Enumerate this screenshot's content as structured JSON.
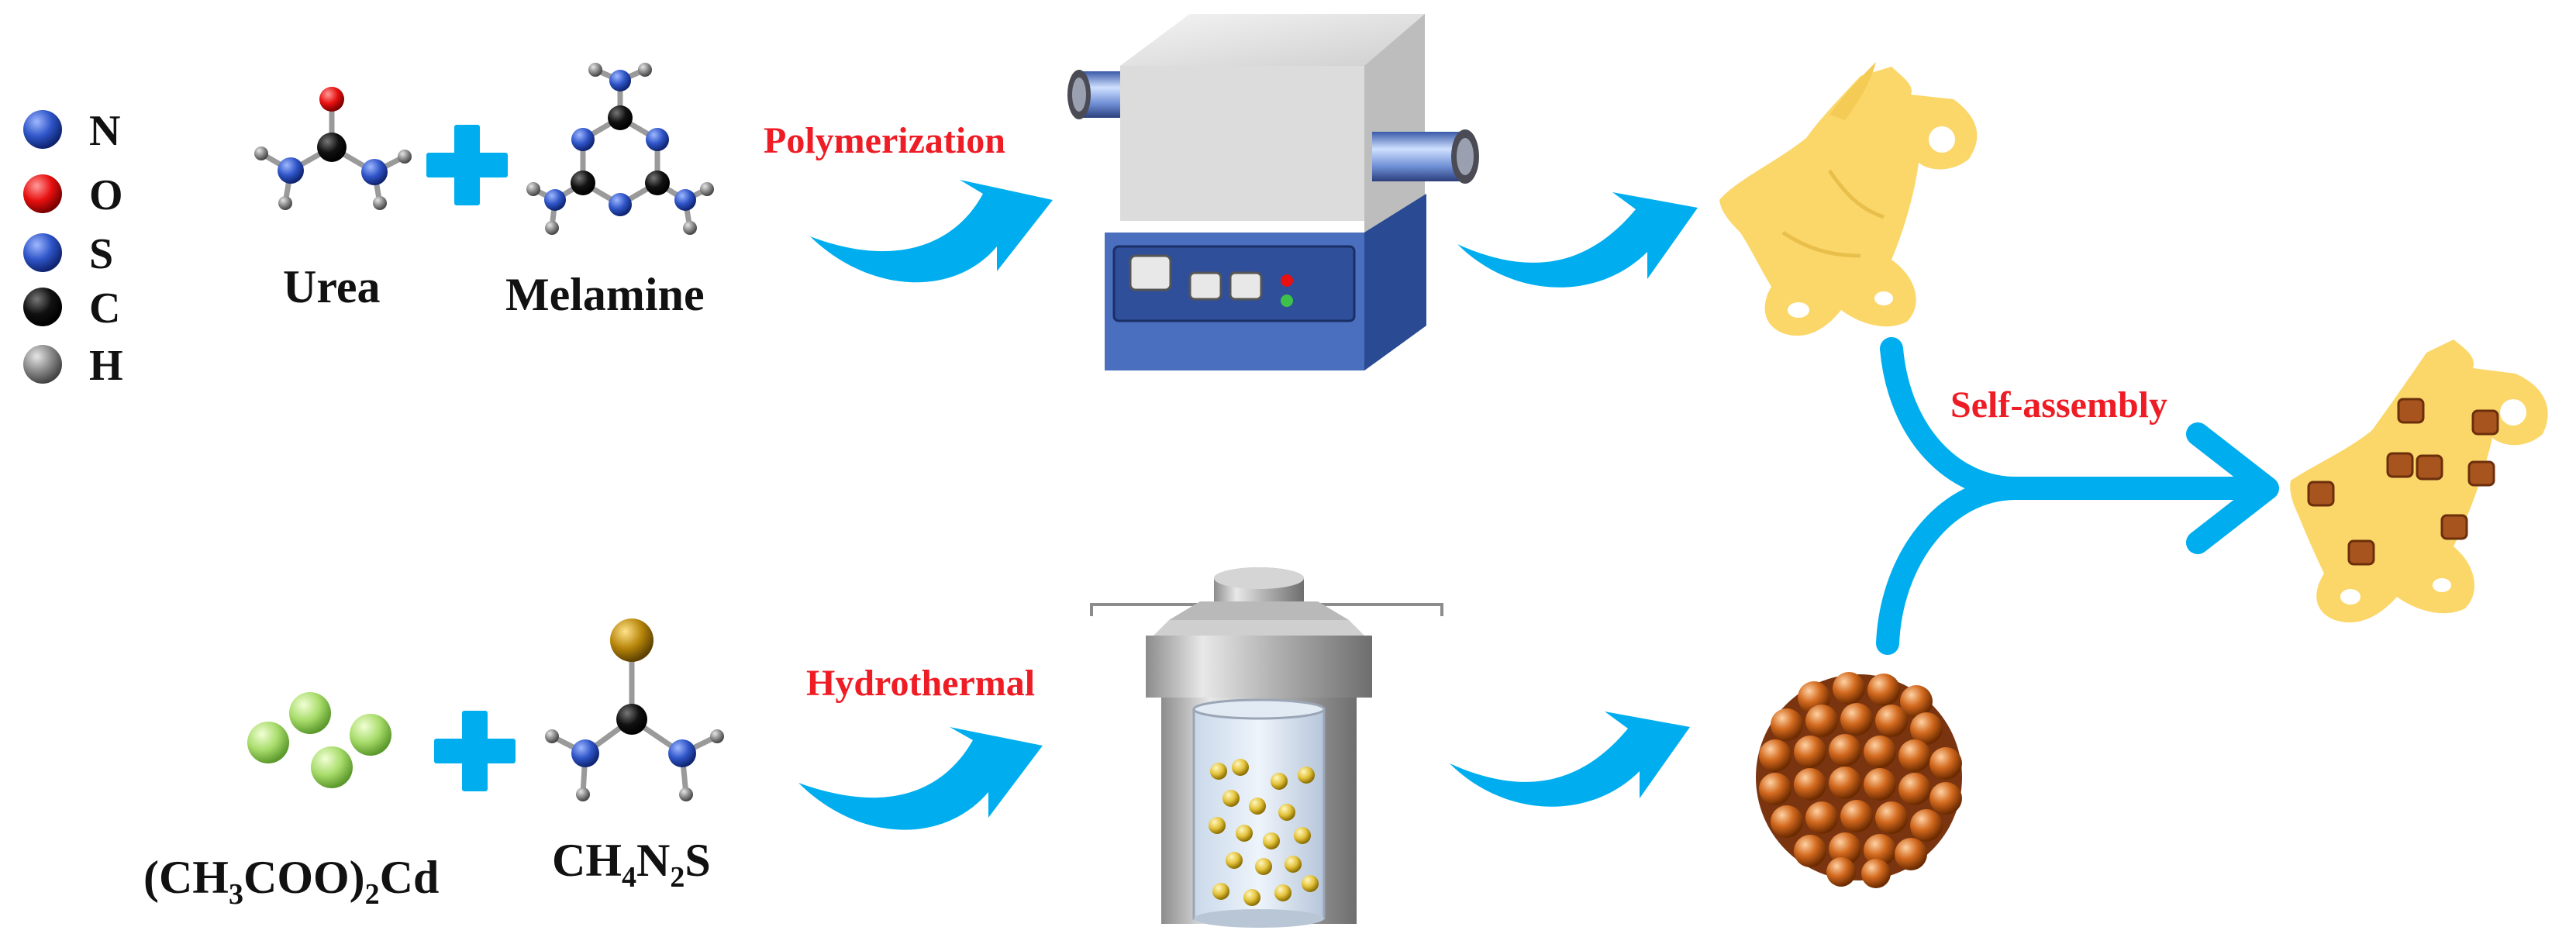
{
  "legend": [
    {
      "symbol": "N",
      "color": "#2f55c8"
    },
    {
      "symbol": "O",
      "color": "#e81010"
    },
    {
      "symbol": "S",
      "color": "#2f55c8"
    },
    {
      "symbol": "C",
      "color": "#111111"
    },
    {
      "symbol": "H",
      "color": "#808080"
    }
  ],
  "reactants": {
    "urea": "Urea",
    "melamine": "Melamine",
    "cadmium_acetate": {
      "p1": "(CH",
      "s1": "3",
      "p2": "COO)",
      "s2": "2",
      "p3": "Cd"
    },
    "thiourea": {
      "p1": "CH",
      "s1": "4",
      "p2": "N",
      "s2": "2",
      "p3": "S"
    }
  },
  "processes": {
    "polymerization": "Polymerization",
    "hydrothermal": "Hydrothermal",
    "self_assembly": "Self-assembly"
  },
  "colors": {
    "arrow": "#00aeef",
    "process_label": "#ee1c25",
    "nanosheet": "#fbd76a",
    "cds_sphere": "#b8561c"
  }
}
